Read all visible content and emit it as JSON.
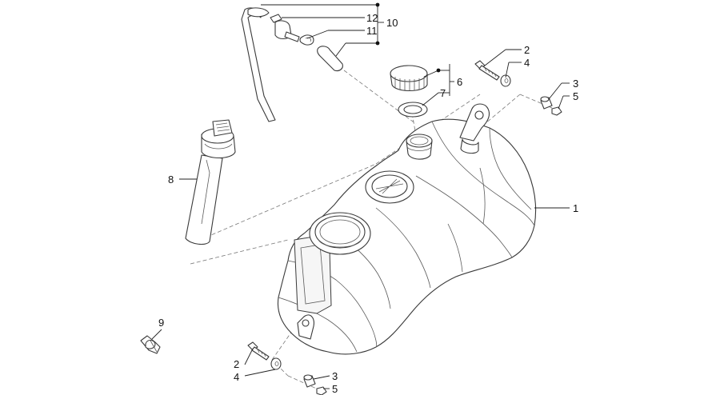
{
  "callouts": {
    "c1": "1",
    "c2a": "2",
    "c4a": "4",
    "c3a": "3",
    "c5a": "5",
    "c6": "6",
    "c7": "7",
    "c8": "8",
    "c9": "9",
    "c10": "10",
    "c11": "11",
    "c12": "12",
    "c2b": "2",
    "c4b": "4",
    "c3b": "3",
    "c5b": "5"
  }
}
